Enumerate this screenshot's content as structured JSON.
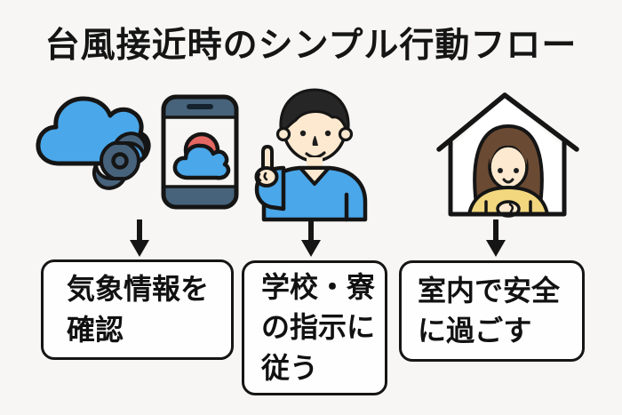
{
  "title": "台風接近時のシンプル行動フロー",
  "flow": {
    "steps": [
      {
        "icon": "typhoon-cloud-and-weather-app",
        "box_lines": {
          "0": "気象情報を",
          "1": "確認"
        }
      },
      {
        "icon": "person-pointing-up",
        "box_lines": {
          "0": "学校・寮",
          "1": "の指示に",
          "2": "従う"
        }
      },
      {
        "icon": "woman-safe-inside-house",
        "box_lines": {
          "0": "室内で安全",
          "1": "に過ごす"
        }
      }
    ]
  },
  "colors": {
    "background": "#f7f6f4",
    "text": "#151515",
    "sky_blue": "#4aa7e9",
    "slate": "#47637b",
    "sun_red": "#e56762",
    "skin": "#fde9cf",
    "shirt_yellow": "#f2d77e",
    "hair_brown": "#6b4a33",
    "hair_dark": "#262626",
    "box_background": "#fefefe",
    "box_border": "#151515"
  }
}
